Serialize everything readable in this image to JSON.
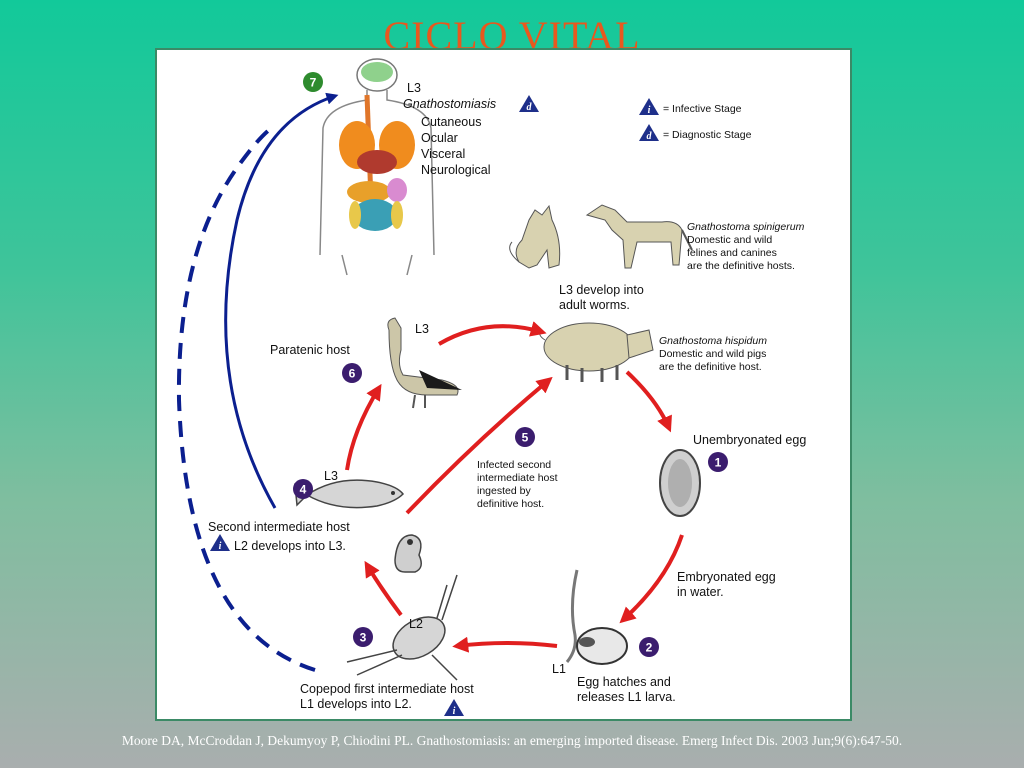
{
  "slide": {
    "title": "CICLO VITAL",
    "citation": "Moore DA, McCroddan J, Dekumyoy P, Chiodini PL. Gnathostomiasis: an emerging imported disease. Emerg Infect Dis. 2003 Jun;9(6):647-50."
  },
  "diagram": {
    "human": {
      "stage": "L3",
      "disease": "Gnathostomiasis",
      "forms": [
        "Cutaneous",
        "Ocular",
        "Visceral",
        "Neurological"
      ]
    },
    "legend": {
      "infective": "= Infective Stage",
      "diagnostic": "= Diagnostic Stage",
      "infective_symbol": "i",
      "diagnostic_symbol": "d"
    },
    "spinigerum": {
      "species": "Gnathostoma spinigerum",
      "lines": [
        "Domestic and wild",
        "felines and canines",
        "are the definitive hosts."
      ]
    },
    "develop": [
      "L3 develop into",
      "adult worms."
    ],
    "hispidum": {
      "species": "Gnathostoma hispidum",
      "lines": [
        "Domestic and wild pigs",
        "are the definitive host."
      ]
    },
    "paratenic": {
      "label": "Paratenic host",
      "stage": "L3"
    },
    "step5": [
      "Infected second",
      "intermediate host",
      "ingested by",
      "definitive host."
    ],
    "unembryonated": "Unembryonated egg",
    "embryonated": [
      "Embryonated egg",
      "in water."
    ],
    "hatch": [
      "Egg hatches and",
      "releases L1 larva."
    ],
    "second_host": {
      "stage": "L3",
      "label": "Second intermediate host",
      "develops": "L2 develops into L3."
    },
    "copepod": {
      "stage": "L2",
      "larva": "L1",
      "lines": [
        "Copepod first intermediate host",
        "L1 develops into L2."
      ]
    },
    "steps": [
      "1",
      "2",
      "3",
      "4",
      "5",
      "6",
      "7"
    ],
    "colors": {
      "cycle_arrow": "#e01f1f",
      "human_arrow": "#0b1f8f",
      "step_badge_dark": "#3b1d6e",
      "step_badge_human": "#2e8b2e",
      "stage_triangle": "#1e2f8a"
    }
  }
}
